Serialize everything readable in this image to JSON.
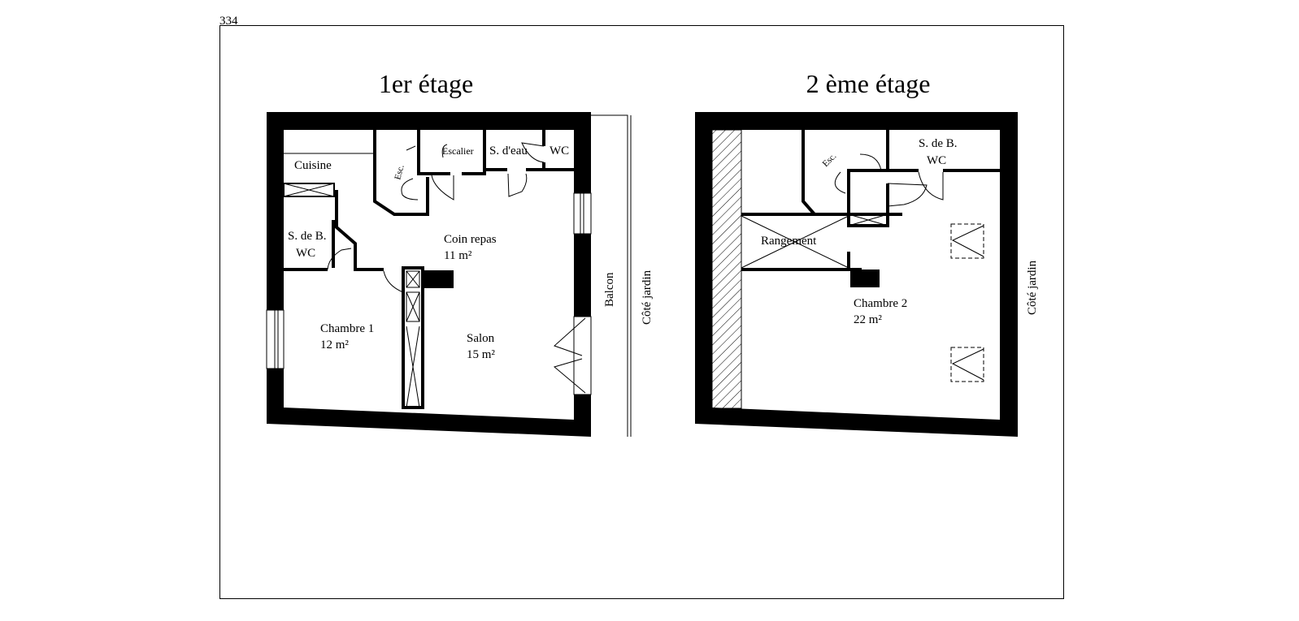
{
  "page_number": "334",
  "colors": {
    "wall": "#000000",
    "background": "#ffffff"
  },
  "floor1": {
    "title": "1er étage",
    "rooms": {
      "cuisine": "Cuisine",
      "esc": "Esc.",
      "escalier": "Escalier",
      "sdeau": "S. d'eau",
      "wc": "WC",
      "sdb": "S. de B.",
      "sdb_wc": "WC",
      "coin_repas": "Coin repas",
      "coin_repas_area": "11 m²",
      "chambre1": "Chambre 1",
      "chambre1_area": "12 m²",
      "salon": "Salon",
      "salon_area": "15 m²"
    },
    "balcon": "Balcon",
    "cote_jardin": "Côté jardin"
  },
  "floor2": {
    "title": "2 ème étage",
    "rooms": {
      "esc": "Esc.",
      "sdb": "S. de B.",
      "sdb_wc": "WC",
      "rangement": "Rangement",
      "chambre2": "Chambre 2",
      "chambre2_area": "22 m²"
    },
    "cote_jardin": "Côté jardin"
  }
}
